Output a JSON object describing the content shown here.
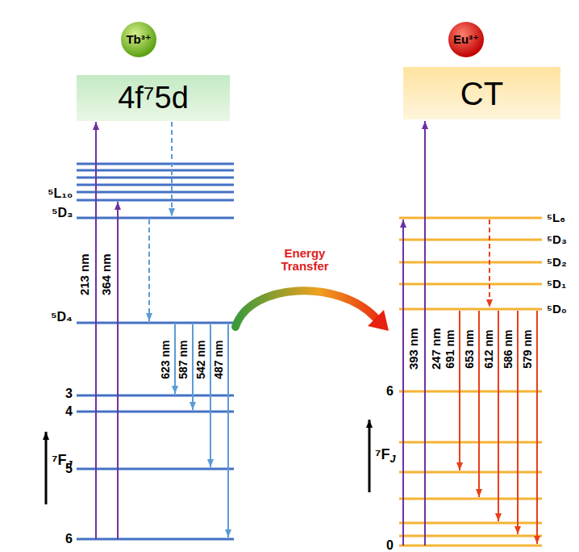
{
  "diagram": {
    "nodes": [
      {
        "text": [
          "Tb³⁺"
        ]
      },
      {
        "text": [
          "4f⁷5d"
        ]
      },
      {
        "text": [
          "Eu³⁺"
        ]
      },
      {
        "text": [
          "CT"
        ]
      }
    ],
    "labels": [
      "⁵L₁₀",
      "⁵D₃",
      "⁵D₄",
      "3",
      "4",
      "5",
      "6",
      "⁷FJ",
      "213 nm",
      "364 nm",
      "623 nm",
      "587 nm",
      "542 nm",
      "487 nm",
      "Energy Transfer",
      "⁵L₆",
      "⁵D₃",
      "⁵D₂",
      "⁵D₁",
      "⁵D₀",
      "6",
      "0",
      "⁷FJ",
      "393 nm",
      "247 nm",
      "691 nm",
      "653 nm",
      "612 nm",
      "586 nm",
      "579 nm"
    ]
  }
}
